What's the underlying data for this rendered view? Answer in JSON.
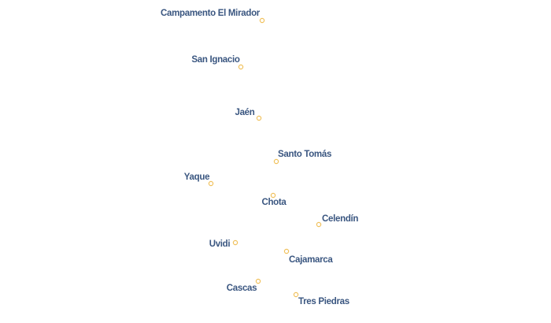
{
  "colors": {
    "marker_stroke": "#f0c15c",
    "label_fill": "#3a5680",
    "label_halo": "#ffffff",
    "background": "#ffffff"
  },
  "places": [
    {
      "name": "Campamento El Mirador"
    },
    {
      "name": "San Ignacio"
    },
    {
      "name": "Jaén"
    },
    {
      "name": "Santo Tomás"
    },
    {
      "name": "Yaque"
    },
    {
      "name": "Chota"
    },
    {
      "name": "Celendín"
    },
    {
      "name": "Uvidi"
    },
    {
      "name": "Cajamarca"
    },
    {
      "name": "Cascas"
    },
    {
      "name": "Tres Piedras"
    }
  ]
}
